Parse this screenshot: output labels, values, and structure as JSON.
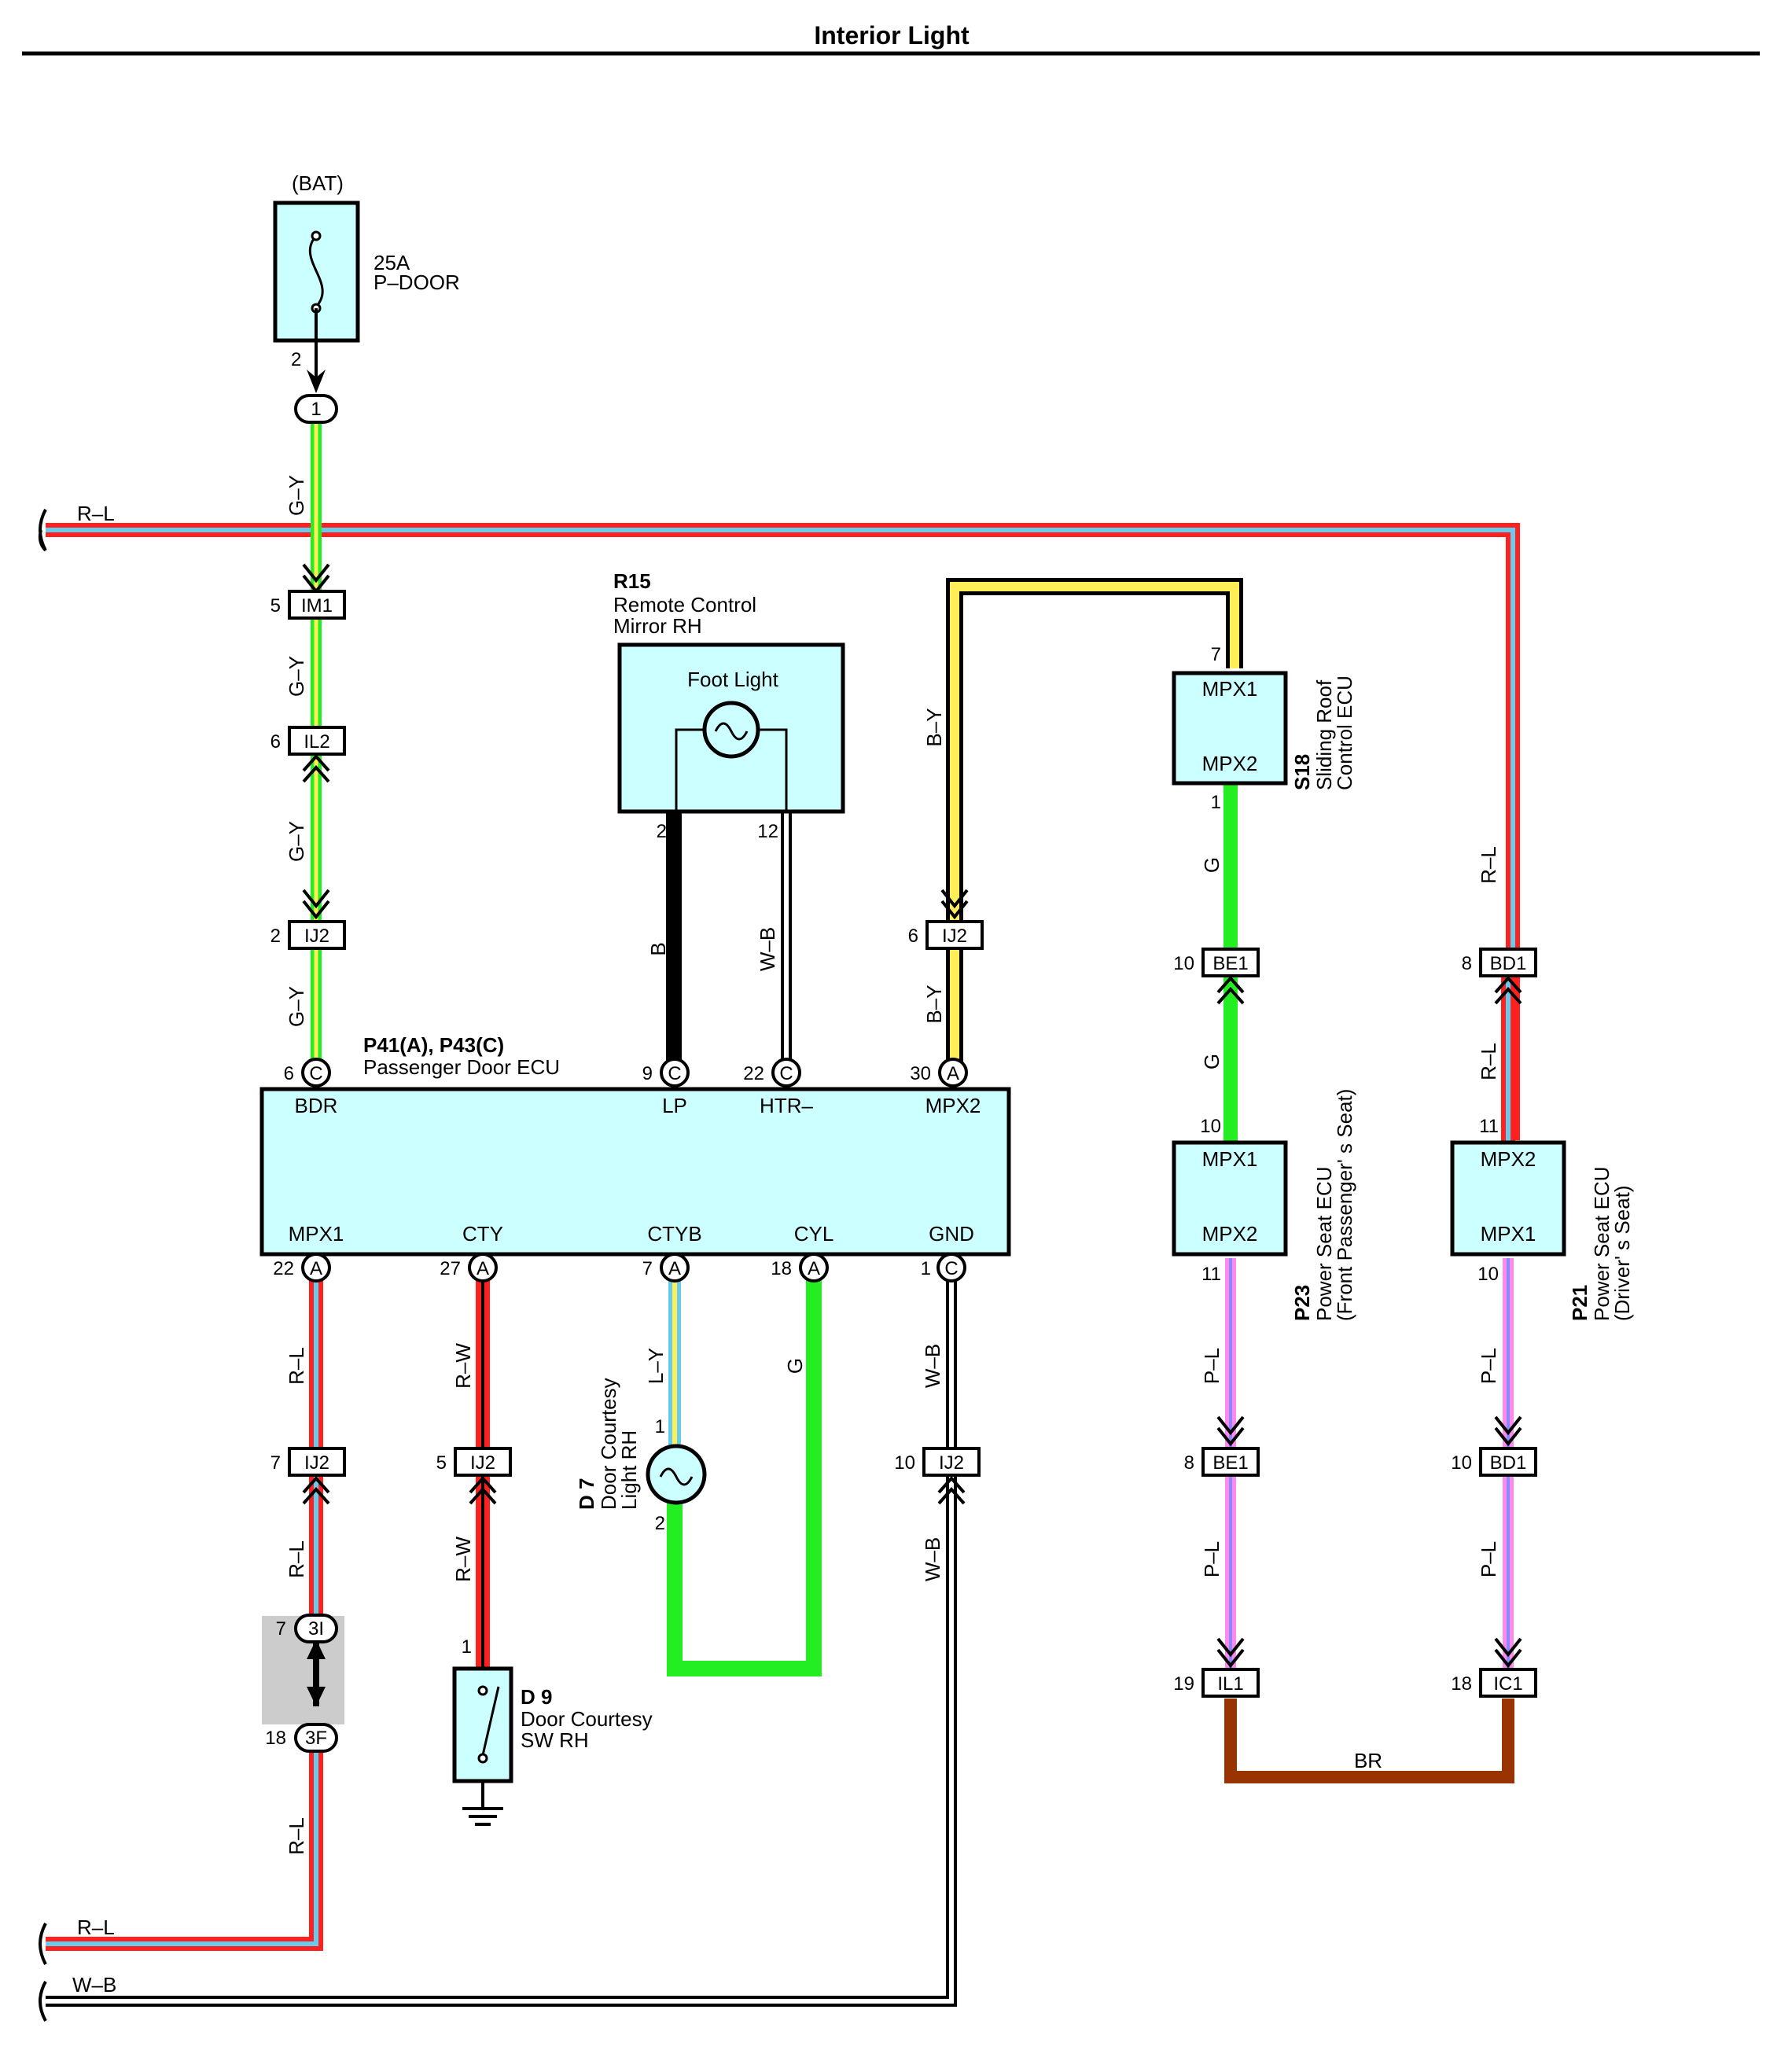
{
  "title": "Interior Light",
  "colors": {
    "red": "#ff2020",
    "lightblue": "#66ccee",
    "green": "#22ee22",
    "yellow": "#ffee55",
    "black": "#000000",
    "brown": "#993300",
    "pink": "#ff88ee",
    "violet": "#8888ff",
    "box_fill": "#ccffff",
    "grey_zone": "#cccccc"
  },
  "fuse": {
    "source": "(BAT)",
    "rating": "25A",
    "name": "P–DOOR",
    "pin": "2",
    "junction": "1"
  },
  "ecu": {
    "title": "P41(A), P43(C)",
    "name": "Passenger Door ECU",
    "top_terms": [
      {
        "label": "BDR",
        "pin": "6",
        "conn": "C"
      },
      {
        "label": "LP",
        "pin": "9",
        "conn": "C"
      },
      {
        "label": "HTR–",
        "pin": "22",
        "conn": "C"
      },
      {
        "label": "MPX2",
        "pin": "30",
        "conn": "A"
      }
    ],
    "bottom_terms": [
      {
        "label": "MPX1",
        "pin": "22",
        "conn": "A"
      },
      {
        "label": "CTY",
        "pin": "27",
        "conn": "A"
      },
      {
        "label": "CTYB",
        "pin": "7",
        "conn": "A"
      },
      {
        "label": "CYL",
        "pin": "18",
        "conn": "A"
      },
      {
        "label": "GND",
        "pin": "1",
        "conn": "C"
      }
    ]
  },
  "mirror": {
    "id": "R15",
    "name_l1": "Remote Control",
    "name_l2": "Mirror RH",
    "inner": "Foot Light",
    "pin_b": "2",
    "pin_wb": "12"
  },
  "sliding_roof": {
    "id": "S18",
    "name_l1": "Sliding Roof",
    "name_l2": "Control ECU",
    "t1": "MPX1",
    "t2": "MPX2",
    "pin_in": "7",
    "pin_out": "1"
  },
  "front_seat": {
    "id": "P23",
    "name_l1": "Power Seat ECU",
    "name_l2": "(Front Passenger' s Seat)",
    "t1": "MPX1",
    "t2": "MPX2",
    "pin_in": "10",
    "pin_out": "11"
  },
  "driver_seat": {
    "id": "P21",
    "name_l1": "Power Seat ECU",
    "name_l2": "(Driver' s Seat)",
    "t1": "MPX2",
    "t2": "MPX1",
    "pin_in": "11",
    "pin_out": "10"
  },
  "courtesy_light": {
    "id": "D 7",
    "name_l1": "Door Courtesy",
    "name_l2": "Light RH",
    "pin_top": "1",
    "pin_bot": "2"
  },
  "courtesy_sw": {
    "id": "D 9",
    "name_l1": "Door Courtesy",
    "name_l2": "SW RH",
    "pin": "1"
  },
  "connectors": {
    "im1": {
      "label": "IM1",
      "pin": "5"
    },
    "il2": {
      "label": "IL2",
      "pin": "6"
    },
    "ij2_a": {
      "label": "IJ2",
      "pin": "2"
    },
    "ij2_b": {
      "label": "IJ2",
      "pin": "6"
    },
    "ij2_c": {
      "label": "IJ2",
      "pin": "7"
    },
    "ij2_d": {
      "label": "IJ2",
      "pin": "5"
    },
    "ij2_e": {
      "label": "IJ2",
      "pin": "10"
    },
    "be1_a": {
      "label": "BE1",
      "pin": "10"
    },
    "be1_b": {
      "label": "BE1",
      "pin": "8"
    },
    "bd1_a": {
      "label": "BD1",
      "pin": "8"
    },
    "bd1_b": {
      "label": "BD1",
      "pin": "10"
    },
    "il1": {
      "label": "IL1",
      "pin": "19"
    },
    "ic1": {
      "label": "IC1",
      "pin": "18"
    },
    "j3i": {
      "label": "3I",
      "pin": "7"
    },
    "j3f": {
      "label": "3F",
      "pin": "18"
    }
  },
  "wires": {
    "gy": "G–Y",
    "rl": "R–L",
    "by": "B–Y",
    "b": "B",
    "wb": "W–B",
    "g": "G",
    "rw": "R–W",
    "ly": "L–Y",
    "pl": "P–L",
    "br": "BR"
  }
}
